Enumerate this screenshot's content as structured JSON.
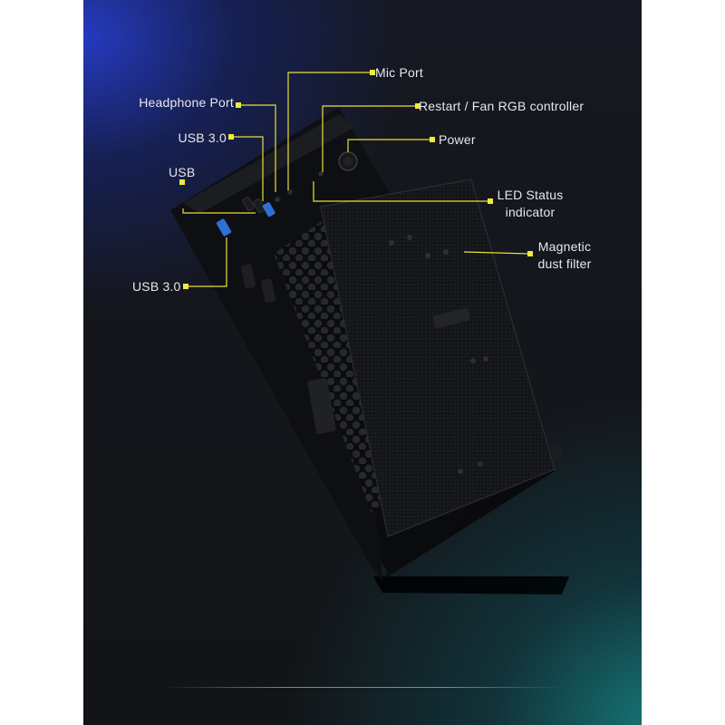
{
  "labels": {
    "mic_port": "Mic Port",
    "headphone_port": "Headphone Port",
    "restart_fan_rgb": "Restart / Fan RGB controller",
    "usb30_top": "USB 3.0",
    "power": "Power",
    "usb": "USB",
    "led_status_line1": "LED Status",
    "led_status_line2": "indicator",
    "magnetic_line1": "Magnetic",
    "magnetic_line2": "dust filter",
    "usb30_bottom": "USB 3.0"
  },
  "colors": {
    "callout_line": "#e8df3a",
    "callout_dot": "#f2e93c",
    "case_body": "#0d0e10",
    "case_panel": "#1b1c1f",
    "usb_blue": "#2f6fd8"
  }
}
